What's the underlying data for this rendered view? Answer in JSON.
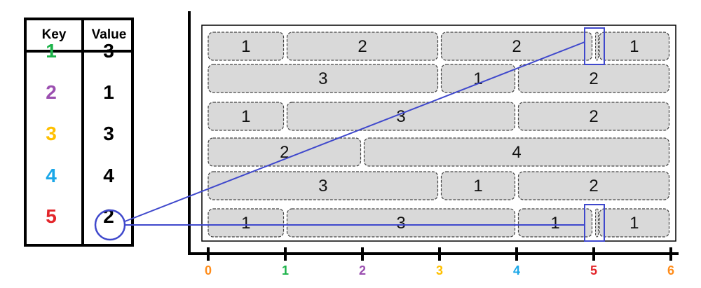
{
  "key_value_table": {
    "headers": [
      "Key",
      "Value"
    ],
    "rows": [
      {
        "key": "1",
        "value": "3",
        "key_color": "#1db34a"
      },
      {
        "key": "2",
        "value": "1",
        "key_color": "#9b4fb0"
      },
      {
        "key": "3",
        "value": "3",
        "key_color": "#ffc000"
      },
      {
        "key": "4",
        "value": "4",
        "key_color": "#1aa7e8"
      },
      {
        "key": "5",
        "value": "2",
        "key_color": "#e3262b"
      }
    ]
  },
  "block_grid": {
    "rows": [
      [
        {
          "label": "1",
          "start": 0,
          "end": 1
        },
        {
          "label": "2",
          "start": 1,
          "end": 3
        },
        {
          "label": "2",
          "start": 3,
          "end": 5
        },
        {
          "label": "",
          "start": 5,
          "end": 5.05
        },
        {
          "label": "1",
          "start": 5.05,
          "end": 6
        }
      ],
      [
        {
          "label": "3",
          "start": 0,
          "end": 3
        },
        {
          "label": "1",
          "start": 3,
          "end": 4
        },
        {
          "label": "2",
          "start": 4,
          "end": 6
        }
      ],
      [
        {
          "label": "1",
          "start": 0,
          "end": 1
        },
        {
          "label": "3",
          "start": 1,
          "end": 4
        },
        {
          "label": "2",
          "start": 4,
          "end": 6
        }
      ],
      [
        {
          "label": "2",
          "start": 0,
          "end": 2
        },
        {
          "label": "4",
          "start": 2,
          "end": 6
        }
      ],
      [
        {
          "label": "3",
          "start": 0,
          "end": 3
        },
        {
          "label": "1",
          "start": 3,
          "end": 4
        },
        {
          "label": "2",
          "start": 4,
          "end": 6
        }
      ],
      [
        {
          "label": "1",
          "start": 0,
          "end": 1
        },
        {
          "label": "3",
          "start": 1,
          "end": 4
        },
        {
          "label": "1",
          "start": 4,
          "end": 5
        },
        {
          "label": "",
          "start": 5,
          "end": 5.05
        },
        {
          "label": "1",
          "start": 5.05,
          "end": 6
        }
      ]
    ],
    "highlight_column": 5
  },
  "axis": {
    "ticks": [
      {
        "label": "0",
        "color": "#ff8c1a"
      },
      {
        "label": "1",
        "color": "#1db34a"
      },
      {
        "label": "2",
        "color": "#9b4fb0"
      },
      {
        "label": "3",
        "color": "#ffc000"
      },
      {
        "label": "4",
        "color": "#1aa7e8"
      },
      {
        "label": "5",
        "color": "#e3262b"
      },
      {
        "label": "6",
        "color": "#ff8c1a"
      }
    ]
  },
  "colors": {
    "block_fill": "#d9d9d9",
    "connector": "#3f48cc"
  }
}
